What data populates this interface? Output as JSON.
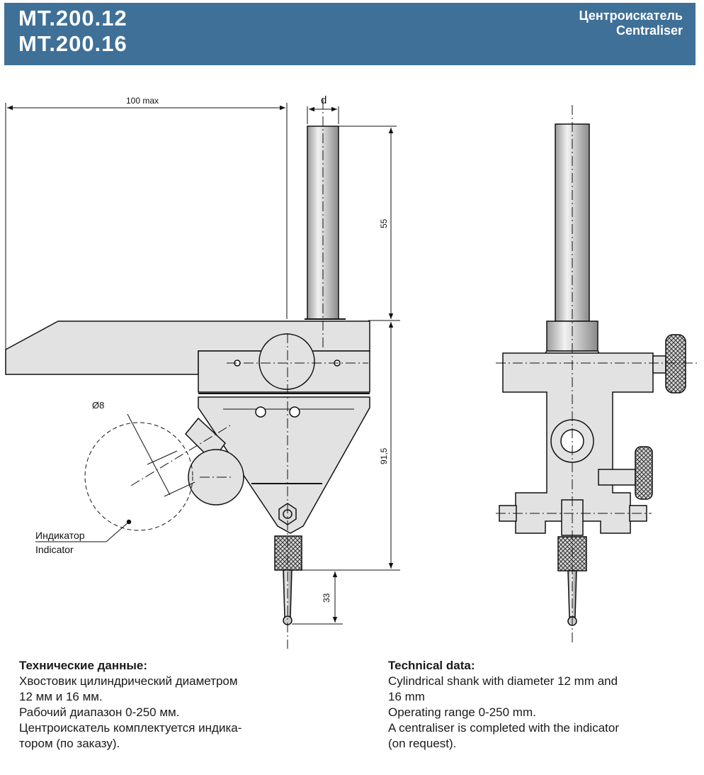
{
  "header": {
    "codes": [
      "MT.200.12",
      "MT.200.16"
    ],
    "title_ru": "Центроискатель",
    "title_en": "Centraliser",
    "bg_color": "#3f7097"
  },
  "drawing": {
    "dimensions": {
      "reach": "100 max",
      "shank_diameter": "d",
      "shank_length": "55",
      "body_height": "91,5",
      "tip_length": "33",
      "hole_diameter": "Ø8"
    },
    "indicator_label_ru": "Индикатор",
    "indicator_label_en": "Indicator"
  },
  "spec_ru": {
    "heading": "Технические данные:",
    "lines": [
      "Хвостовик цилиндрический диаметром",
      "12 мм и 16 мм.",
      "Рабочий диапазон 0-250 мм.",
      "Центроискатель комплектуется индика-",
      "тором (по заказу)."
    ]
  },
  "spec_en": {
    "heading": "Technical data:",
    "lines": [
      "Cylindrical shank with diameter 12 mm and",
      "16 mm",
      "Operating range 0-250 mm.",
      "A centraliser is completed with the indicator",
      "(on request)."
    ]
  }
}
